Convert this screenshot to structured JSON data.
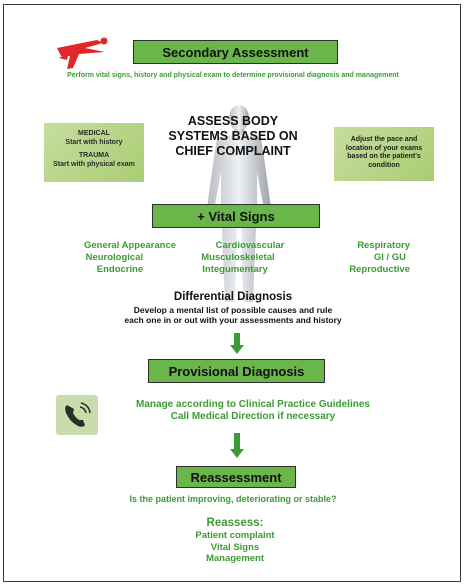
{
  "header": {
    "title": "Secondary Assessment",
    "subtitle": "Perform vital signs, history and physical exam to determine provisional diagnosis and management"
  },
  "left_box": {
    "medical_title": "MEDICAL",
    "medical_text": "Start with history",
    "trauma_title": "TRAUMA",
    "trauma_text": "Start with physical exam"
  },
  "center_heading": [
    "ASSESS BODY",
    "SYSTEMS BASED ON",
    "CHIEF COMPLAINT"
  ],
  "right_box": {
    "text": [
      "Adjust the pace and",
      "location of your exams",
      "based on the patient's",
      "condition"
    ]
  },
  "vitals": {
    "title": "+ Vital Signs",
    "systems": [
      [
        "General Appearance",
        "Cardiovascular",
        "Respiratory"
      ],
      [
        "Neurological",
        "Musculoskeletal",
        "GI / GU"
      ],
      [
        "Endocrine",
        "Integumentary",
        "Reproductive"
      ]
    ]
  },
  "differential": {
    "title": "Differential Diagnosis",
    "text": [
      "Develop a mental list of possible causes and rule",
      "each one in or out with your assessments and history"
    ]
  },
  "provisional": {
    "title": "Provisional Diagnosis",
    "lines": [
      "Manage according to Clinical Practice Guidelines",
      "Call Medical Direction if necessary"
    ]
  },
  "reassessment": {
    "title": "Reassessment",
    "question": "Is the patient improving, deteriorating or stable?",
    "reassess_title": "Reassess:",
    "items": [
      "Patient complaint",
      "Vital Signs",
      "Management"
    ]
  },
  "colors": {
    "box_green": "#6ab64a",
    "text_green": "#3c9b37",
    "logo_red": "#e0282a"
  },
  "icons": {
    "logo": "running-figure-icon",
    "phone": "phone-icon",
    "arrow": "arrow-down-icon"
  }
}
